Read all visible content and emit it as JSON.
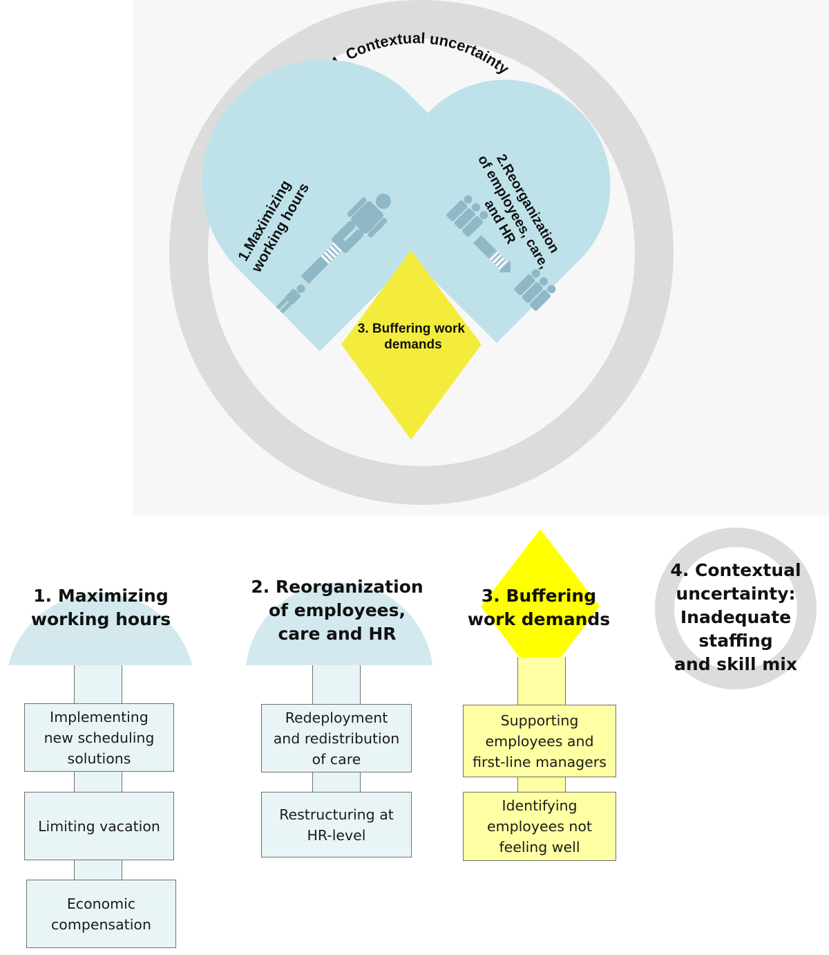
{
  "top_figure": {
    "ring_label": "4. Contextual uncertainty",
    "left_lobe_label_lines": [
      "1.Maximizing",
      "working hours"
    ],
    "right_lobe_label_lines": [
      "2.Reorganization",
      "of employees, care,",
      "and HR"
    ],
    "diamond_label_lines": [
      "3. Buffering work",
      "demands"
    ]
  },
  "columns": [
    {
      "title_lines": [
        "1. Maximizing",
        "working hours"
      ],
      "boxes": [
        [
          "Implementing",
          "new scheduling",
          "solutions"
        ],
        [
          "Limiting vacation"
        ],
        [
          "Economic",
          "compensation"
        ]
      ]
    },
    {
      "title_lines": [
        "2. Reorganization",
        "of employees,",
        "care and HR"
      ],
      "boxes": [
        [
          "Redeployment",
          "and redistribution",
          "of care"
        ],
        [
          "Restructuring at",
          "HR-level"
        ]
      ]
    },
    {
      "title_lines": [
        "3. Buffering",
        "work demands"
      ],
      "boxes": [
        [
          "Supporting",
          "employees and",
          "first-line managers"
        ],
        [
          "Identifying",
          "employees not",
          "feeling well"
        ]
      ]
    },
    {
      "title_lines": [
        "4. Contextual",
        "uncertainty:",
        "Inadequate staffing",
        "and skill mix"
      ],
      "boxes": []
    }
  ],
  "colors": {
    "ring_grey": "#dcdcdc",
    "lobe_blue": "#bfe2ea",
    "diamond_yellow": "#f4ec3c",
    "bright_yellow": "#ffff00",
    "box_blue": "#e9f4f6",
    "box_yellow": "#ffffa3",
    "figure_blue": "#8fb8c6"
  }
}
